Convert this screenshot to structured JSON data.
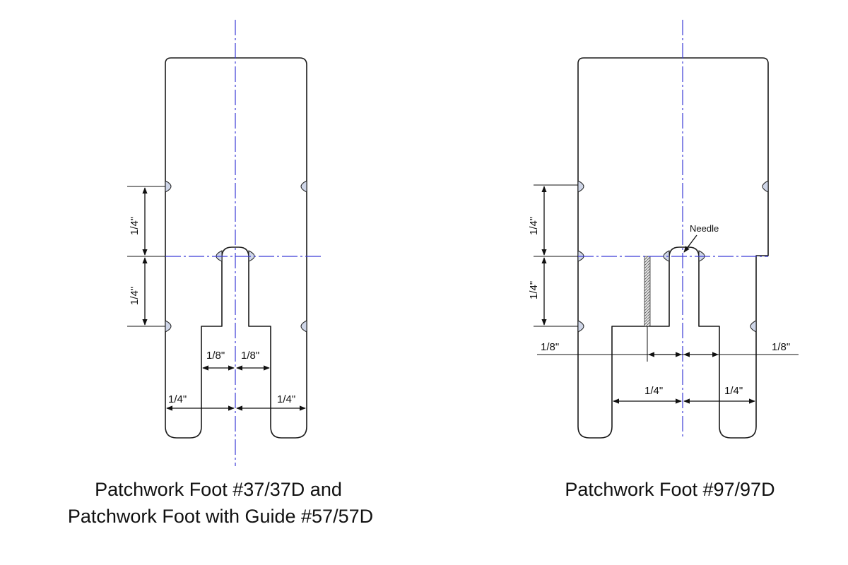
{
  "left_foot": {
    "caption_line1": "Patchwork Foot #37/37D and",
    "caption_line2": "Patchwork Foot with Guide #57/57D",
    "dims": {
      "vert_top": "1/4\"",
      "vert_bottom": "1/4\"",
      "eighth_left": "1/8\"",
      "eighth_right": "1/8\"",
      "quarter_left": "1/4\"",
      "quarter_right": "1/4\""
    }
  },
  "right_foot": {
    "caption": "Patchwork Foot #97/97D",
    "needle_label": "Needle",
    "dims": {
      "vert_top": "1/4\"",
      "vert_bottom": "1/4\"",
      "eighth_left": "1/8\"",
      "eighth_right": "1/8\"",
      "quarter_left": "1/4\"",
      "quarter_right": "1/4\""
    }
  },
  "colors": {
    "outline": "#1a1a1a",
    "centerline": "#3a3ad6"
  }
}
